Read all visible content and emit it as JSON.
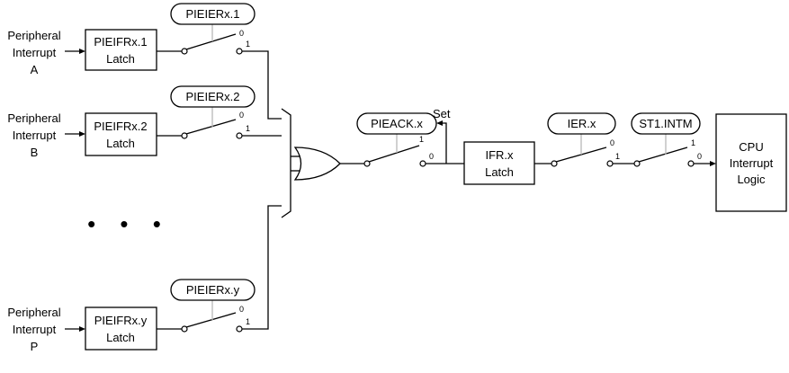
{
  "peripheral_a": {
    "line1": "Peripheral",
    "line2": "Interrupt",
    "line3": "A"
  },
  "peripheral_b": {
    "line1": "Peripheral",
    "line2": "Interrupt",
    "line3": "B"
  },
  "peripheral_p": {
    "line1": "Peripheral",
    "line2": "Interrupt",
    "line3": "P"
  },
  "latch_a": {
    "line1": "PIEIFRx.1",
    "line2": "Latch"
  },
  "latch_b": {
    "line1": "PIEIFRx.2",
    "line2": "Latch"
  },
  "latch_p": {
    "line1": "PIEIFRx.y",
    "line2": "Latch"
  },
  "enable_a": "PIEIERx.1",
  "enable_b": "PIEIERx.2",
  "enable_p": "PIEIERx.y",
  "ellipsis": "• • •",
  "pieack": "PIEACK.x",
  "set_label": "Set",
  "ifr": {
    "line1": "IFR.x",
    "line2": "Latch"
  },
  "ier": "IER.x",
  "intm": "ST1.INTM",
  "cpu": {
    "line1": "CPU",
    "line2": "Interrupt",
    "line3": "Logic"
  },
  "switch_pos": {
    "zero": "0",
    "one": "1"
  }
}
